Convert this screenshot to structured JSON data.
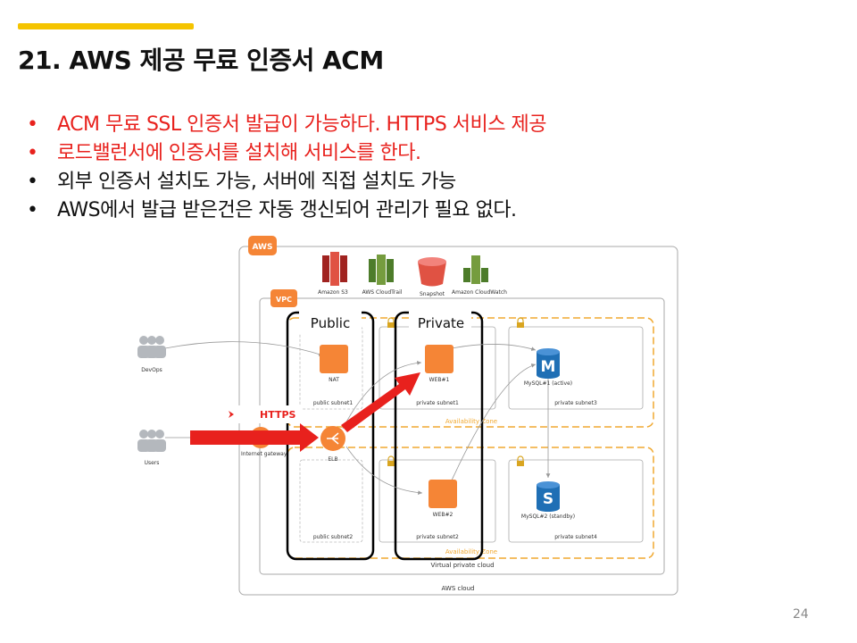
{
  "slide": {
    "title": "21. AWS 제공 무료 인증서 ACM",
    "page_number": "24",
    "bullets": [
      {
        "text": "ACM 무료 SSL 인증서 발급이 가능하다. HTTPS 서비스 제공",
        "color": "#e8211d"
      },
      {
        "text": "로드밸런서에 인증서를 설치해 서비스를 한다.",
        "color": "#e8211d"
      },
      {
        "text": "외부 인증서 설치도 가능, 서버에 직접 설치도 가능",
        "color": "#111111"
      },
      {
        "text": "AWS에서 발급 받은건은 자동 갱신되어 관리가 필요 없다.",
        "color": "#111111"
      }
    ]
  },
  "diagram": {
    "aws_badge": "AWS",
    "vpc_badge": "VPC",
    "services": [
      "Amazon S3",
      "AWS CloudTrail",
      "Snapshot",
      "Amazon CloudWatch"
    ],
    "public_label": "Public",
    "private_label": "Private",
    "https_label": "HTTPS",
    "devops_label": "DevOps",
    "users_label": "Users",
    "internet_gateway_label": "Internet gateway",
    "nat_label": "NAT",
    "elb_label": "ELB",
    "web1_label": "WEB#1",
    "web2_label": "WEB#2",
    "mysql1_label": "MySQL#1 (active)",
    "mysql2_label": "MySQL#2 (standby)",
    "mysql1_icon_letter": "M",
    "mysql2_icon_letter": "S",
    "public_subnet1": "public subnet1",
    "public_subnet2": "public subnet2",
    "private_subnet1": "private subnet1",
    "private_subnet2": "private subnet2",
    "private_subnet3": "private subnet3",
    "private_subnet4": "private subnet4",
    "availability_zone_1": "Availability Zone",
    "availability_zone_2": "Availability Zone",
    "virtual_private_cloud": "Virtual private cloud",
    "aws_cloud": "AWS cloud",
    "colors": {
      "orange": "#f58536",
      "red_arrow": "#e8211d",
      "aws_blue": "#1f6fb5",
      "az_dash": "#f0a830"
    }
  }
}
